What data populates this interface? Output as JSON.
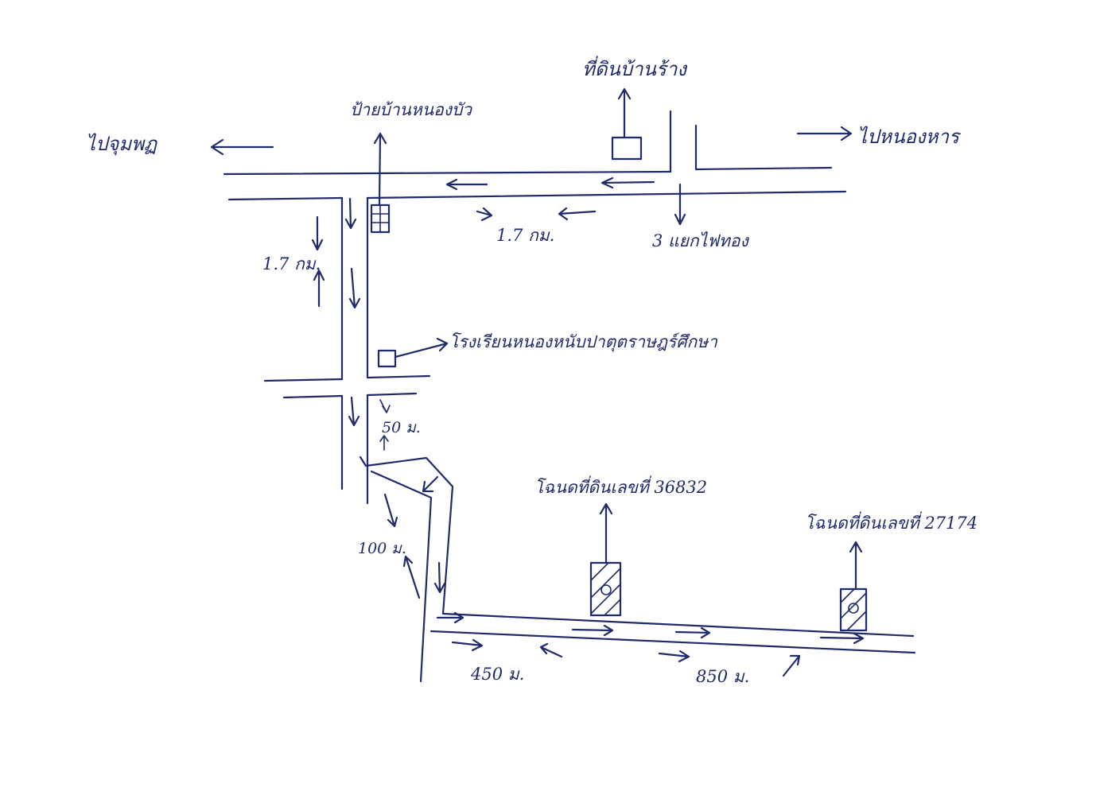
{
  "labels": {
    "to_left": "ไปจุมพฏ",
    "to_right": "ไปหนองหาร",
    "north_building": "ที่ดินบ้านร้าง",
    "school_sign": "ป้ายบ้านหนองบัว",
    "pole_note": "3 แยกไฟทอง",
    "dist_top_h": "1.7 กม.",
    "dist_left_v": "1.7 กม.",
    "school": "โรงเรียนหนองหนับปาตุตราษฎร์ศึกษา",
    "dist_50": "50 ม.",
    "dist_100": "100 ม.",
    "plot_1": "โฉนดที่ดินเลขที่ 36832",
    "plot_2": "โฉนดที่ดินเลขที่ 27174",
    "dist_450": "450 ม.",
    "dist_850": "850 ม."
  }
}
